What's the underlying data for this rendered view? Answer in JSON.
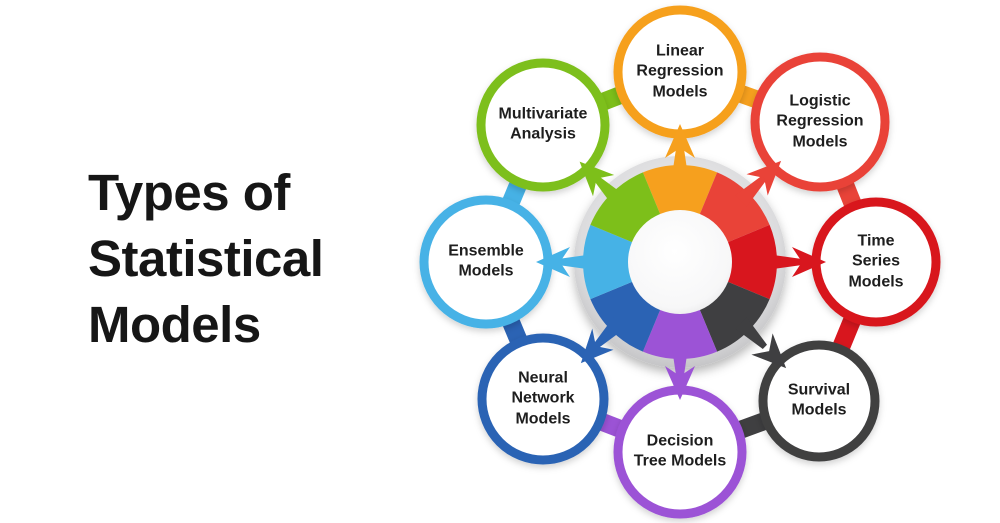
{
  "page": {
    "background": "#FFFFFF"
  },
  "title": {
    "lines": [
      "Types of",
      "Statistical",
      "Models"
    ],
    "color": "#161616"
  },
  "diagram": {
    "description": "Circular wheel diagram with eight model-type circles around a central pinwheel hub",
    "label_color": "#1E1E1E",
    "wheel": {
      "disc_color": "#C9C9CB",
      "hub_color": "#FFFFFF"
    },
    "nodes": [
      {
        "id": "linear-regression",
        "label": "Linear\nRegression\nModels",
        "color": "#F6A01E"
      },
      {
        "id": "logistic-regression",
        "label": "Logistic\nRegression\nModels",
        "color": "#E94338"
      },
      {
        "id": "time-series",
        "label": "Time\nSeries\nModels",
        "color": "#D8161E"
      },
      {
        "id": "survival",
        "label": "Survival\nModels",
        "color": "#3F3F41"
      },
      {
        "id": "decision-tree",
        "label": "Decision\nTree Models",
        "color": "#9C53D6"
      },
      {
        "id": "neural-network",
        "label": "Neural\nNetwork\nModels",
        "color": "#2B63B4"
      },
      {
        "id": "ensemble",
        "label": "Ensemble\nModels",
        "color": "#46B2E6"
      },
      {
        "id": "multivariate",
        "label": "Multivariate\nAnalysis",
        "color": "#7DBF1A"
      }
    ]
  }
}
